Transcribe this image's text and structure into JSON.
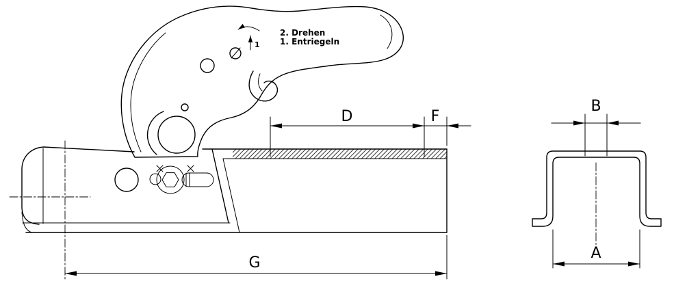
{
  "annotations": {
    "step_turn": "2. Drehen",
    "step_unlock": "1. Entriegeln",
    "arrow_number": "1"
  },
  "dim_labels": {
    "d": "D",
    "f": "F",
    "g": "G",
    "b": "B",
    "a": "A"
  },
  "colors": {
    "line": "#000000",
    "background": "#ffffff"
  }
}
